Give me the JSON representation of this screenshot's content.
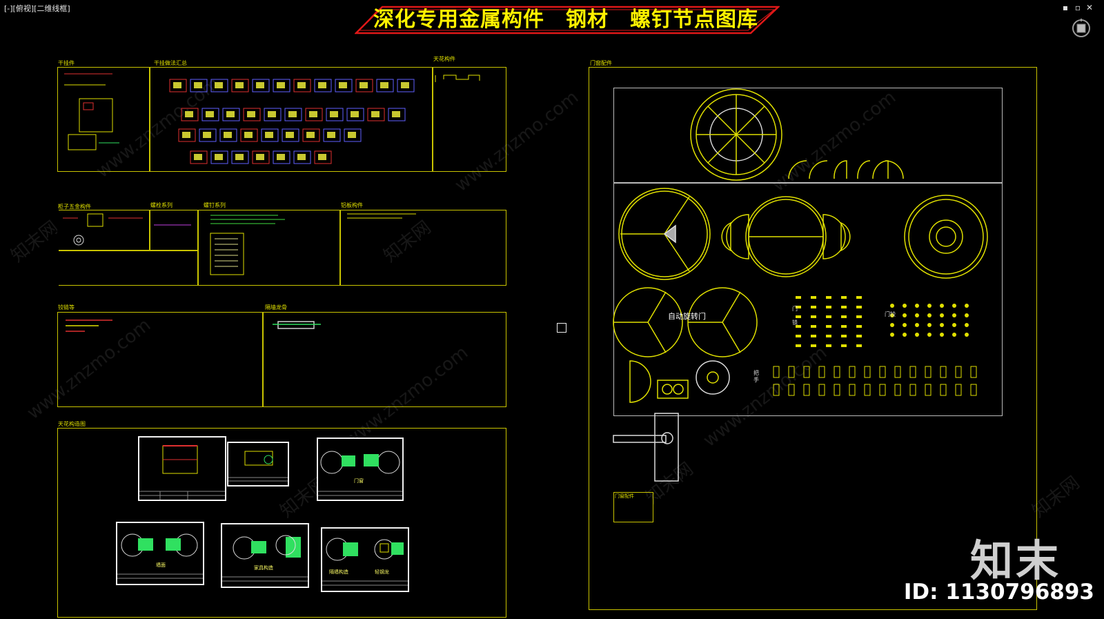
{
  "viewport": {
    "label": "[-][俯视][二维线框]"
  },
  "window_controls": {
    "minimize": "▪",
    "restore": "▫",
    "close": "✕"
  },
  "title": "深化专用金属构件　钢材　螺钉节点图库",
  "frames": {
    "f1": "干挂件",
    "f2": "干挂做法汇总",
    "f3": "天花构件",
    "f4": "柜子五金构件",
    "f5": "螺栓系列",
    "f6": "螺钉系列",
    "f7": "铝板构件",
    "f8": "铰链等",
    "f9": "隔墙龙骨",
    "f10": "天花构造图",
    "f11": "门窗配件",
    "f12": "门窗配件"
  },
  "sheet_labels": {
    "s3": "门窗",
    "s4": "墙面",
    "s5": "家具构造",
    "s6a": "隔墙构造",
    "s6b": "轻钢龙"
  },
  "drawing_text": {
    "revolving_door": "自动旋转门",
    "hardware_label_1": "门",
    "hardware_label_2": "锁",
    "hardware_label_3": "门铰",
    "handle_label": "把手"
  },
  "watermark": {
    "site": "www.znzmo.com",
    "cn": "知末网"
  },
  "brand": {
    "logo": "知末",
    "id": "ID: 1130796893"
  },
  "colors": {
    "frame": "#c9c400",
    "title": "#fff200",
    "banner_border": "#e01818"
  }
}
